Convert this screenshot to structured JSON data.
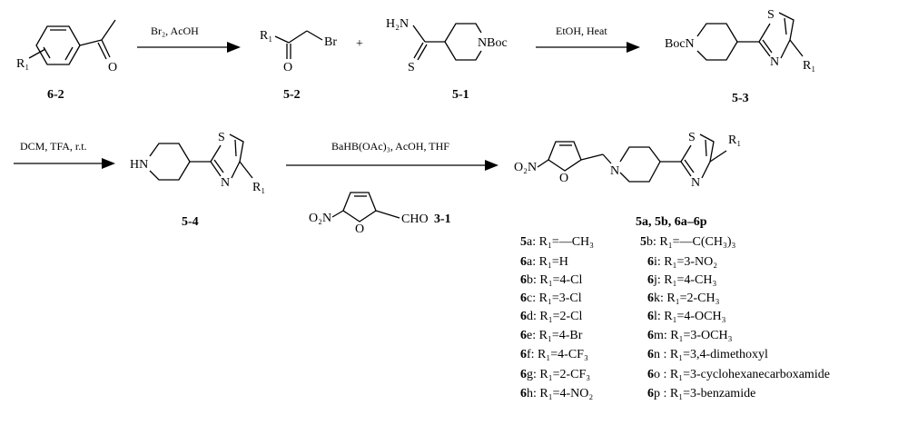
{
  "title": "Synthesis scheme of thiazolyl-piperidine nitrofuran derivatives",
  "compounds": {
    "c62": {
      "label": "6-2",
      "r1": "R₁",
      "o": "O"
    },
    "c52": {
      "label": "5-2",
      "r1": "R₁",
      "o": "O",
      "br": "Br"
    },
    "plus": "+",
    "c51": {
      "label": "5-1",
      "nh2": "H₂N",
      "s": "S",
      "nboc": "NBoc"
    },
    "c53": {
      "label": "5-3",
      "bocn": "BocN",
      "s": "S",
      "n": "N",
      "r1": "R₁"
    },
    "c54": {
      "label": "5-4",
      "hn": "HN",
      "s": "S",
      "n": "N",
      "r1": "R₁"
    },
    "c31": {
      "label": "3-1",
      "o2n": "O₂N",
      "o": "O",
      "cho": "CHO"
    },
    "product": {
      "label": "5a, 5b, 6a–6p",
      "o2n": "O₂N",
      "o": "O",
      "n1": "N",
      "s": "S",
      "n2": "N",
      "r1": "R₁"
    }
  },
  "conditions": {
    "step1": "Br₂, AcOH",
    "step2": "EtOH, Heat",
    "step3": "DCM, TFA, r.t.",
    "step4": "BaHB(OAc)₃, AcOH, THF"
  },
  "substituents": {
    "left": [
      {
        "num": "5",
        "rest": "a: R₁=—CH₃"
      },
      {
        "num": "6",
        "rest": "a: R₁=H"
      },
      {
        "num": "6",
        "rest": "b: R₁=4-Cl"
      },
      {
        "num": "6",
        "rest": "c: R₁=3-Cl"
      },
      {
        "num": "6",
        "rest": "d: R₁=2-Cl"
      },
      {
        "num": "6",
        "rest": "e: R₁=4-Br"
      },
      {
        "num": "6",
        "rest": "f: R₁=4-CF₃"
      },
      {
        "num": "6",
        "rest": "g: R₁=2-CF₃"
      },
      {
        "num": "6",
        "rest": "h: R₁=4-NO₂"
      }
    ],
    "right": [
      {
        "num": "5",
        "rest": "b: R₁=—C(CH₃)₃"
      },
      {
        "num": "6",
        "rest": "i: R₁=3-NO₂"
      },
      {
        "num": "6",
        "rest": "j: R₁=4-CH₃"
      },
      {
        "num": "6",
        "rest": "k: R₁=2-CH₃"
      },
      {
        "num": "6",
        "rest": "l: R₁=4-OCH₃"
      },
      {
        "num": "6",
        "rest": "m: R₁=3-OCH₃"
      },
      {
        "num": "6",
        "rest": "n : R₁=3,4-dimethoxyl"
      },
      {
        "num": "6",
        "rest": "o : R₁=3-cyclohexanecarboxamide"
      },
      {
        "num": "6",
        "rest": "p : R₁=3-benzamide"
      }
    ]
  }
}
